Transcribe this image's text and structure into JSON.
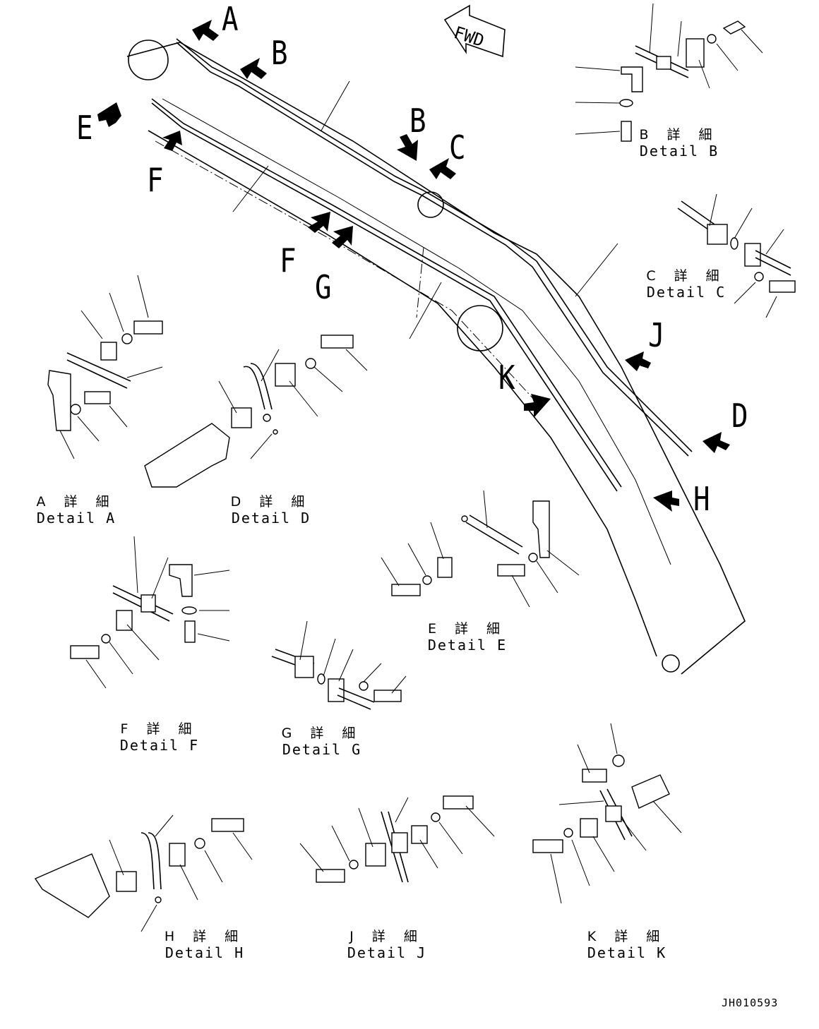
{
  "direction_marker": "FWD",
  "callouts": [
    "A",
    "B",
    "B",
    "C",
    "D",
    "E",
    "F",
    "F",
    "G",
    "H",
    "J",
    "K"
  ],
  "details": [
    {
      "id": "A",
      "jp": "A 詳 細",
      "en": "Detail A"
    },
    {
      "id": "B",
      "jp": "B 詳 細",
      "en": "Detail B"
    },
    {
      "id": "C",
      "jp": "C 詳 細",
      "en": "Detail C"
    },
    {
      "id": "D",
      "jp": "D 詳 細",
      "en": "Detail D"
    },
    {
      "id": "E",
      "jp": "E 詳 細",
      "en": "Detail E"
    },
    {
      "id": "F",
      "jp": "F 詳 細",
      "en": "Detail F"
    },
    {
      "id": "G",
      "jp": "G 詳 細",
      "en": "Detail G"
    },
    {
      "id": "H",
      "jp": "H 詳 細",
      "en": "Detail H"
    },
    {
      "id": "J",
      "jp": "J 詳 細",
      "en": "Detail J"
    },
    {
      "id": "K",
      "jp": "K 詳 細",
      "en": "Detail K"
    }
  ],
  "drawing_code": "JH010593"
}
